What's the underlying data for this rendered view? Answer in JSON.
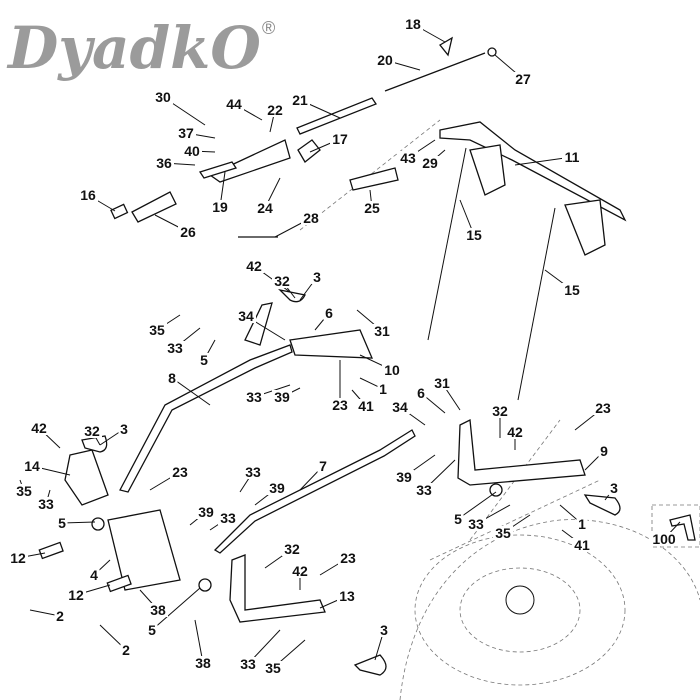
{
  "watermark": {
    "text": "DyadkO",
    "registered": "®"
  },
  "labels": [
    "18",
    "20",
    "27",
    "21",
    "44",
    "22",
    "30",
    "37",
    "17",
    "40",
    "36",
    "43",
    "29",
    "11",
    "16",
    "19",
    "24",
    "25",
    "26",
    "28",
    "15",
    "15",
    "42",
    "32",
    "3",
    "35",
    "33",
    "5",
    "34",
    "6",
    "31",
    "10",
    "8",
    "33",
    "39",
    "23",
    "1",
    "41",
    "31",
    "6",
    "34",
    "32",
    "42",
    "23",
    "9",
    "42",
    "32",
    "3",
    "14",
    "7",
    "39",
    "33",
    "23",
    "33",
    "39",
    "39",
    "33",
    "35",
    "33",
    "5",
    "3",
    "5",
    "33",
    "35",
    "1",
    "41",
    "100",
    "32",
    "42",
    "23",
    "4",
    "12",
    "12",
    "38",
    "5",
    "2",
    "2",
    "13",
    "38",
    "33",
    "35",
    "3"
  ]
}
